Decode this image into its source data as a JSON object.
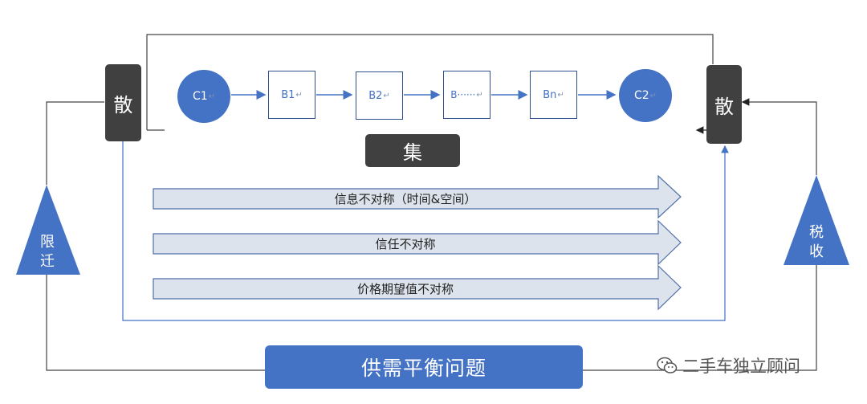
{
  "diagram": {
    "flow_nodes": [
      "C1",
      "B1",
      "B2",
      "B······",
      "Bn",
      "C2"
    ],
    "left_scatter": "散",
    "right_scatter": "散",
    "gather": "集",
    "arrows": [
      "信息不对称（时间&空间）",
      "信任不对称",
      "价格期望值不对称"
    ],
    "left_triangle": [
      "限",
      "迁"
    ],
    "right_triangle": [
      "税",
      "收"
    ],
    "bottom": "供需平衡问题"
  },
  "watermark": {
    "text": "二手车独立顾问",
    "icon": "wechat-icon"
  },
  "colors": {
    "blue": "#4472c4",
    "dark": "#404040",
    "arrow_fill": "#dde3ec",
    "arrow_stroke": "#4f6fa8"
  }
}
